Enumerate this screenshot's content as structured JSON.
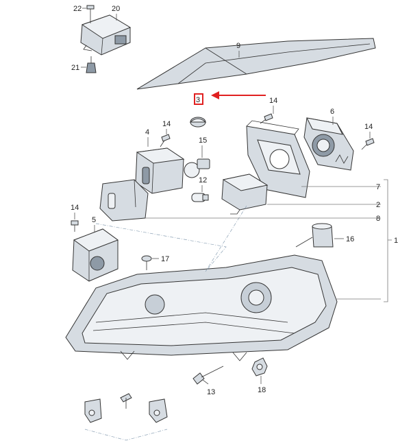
{
  "diagram": {
    "highlighted_part": "3",
    "callouts": {
      "p1": "1",
      "p2": "2",
      "p3": "3",
      "p4": "4",
      "p5": "5",
      "p6": "6",
      "p7": "7",
      "p8": "8",
      "p9": "9",
      "p12": "12",
      "p13": "13",
      "p14a": "14",
      "p14b": "14",
      "p14c": "14",
      "p14d": "14",
      "p15": "15",
      "p16": "16",
      "p17": "17",
      "p18": "18",
      "p20": "20",
      "p21": "21",
      "p22": "22"
    },
    "colors": {
      "highlight": "#e02020",
      "part_fill": "#d6dce2",
      "part_dark": "#8e9aa6",
      "line": "#333333"
    }
  }
}
